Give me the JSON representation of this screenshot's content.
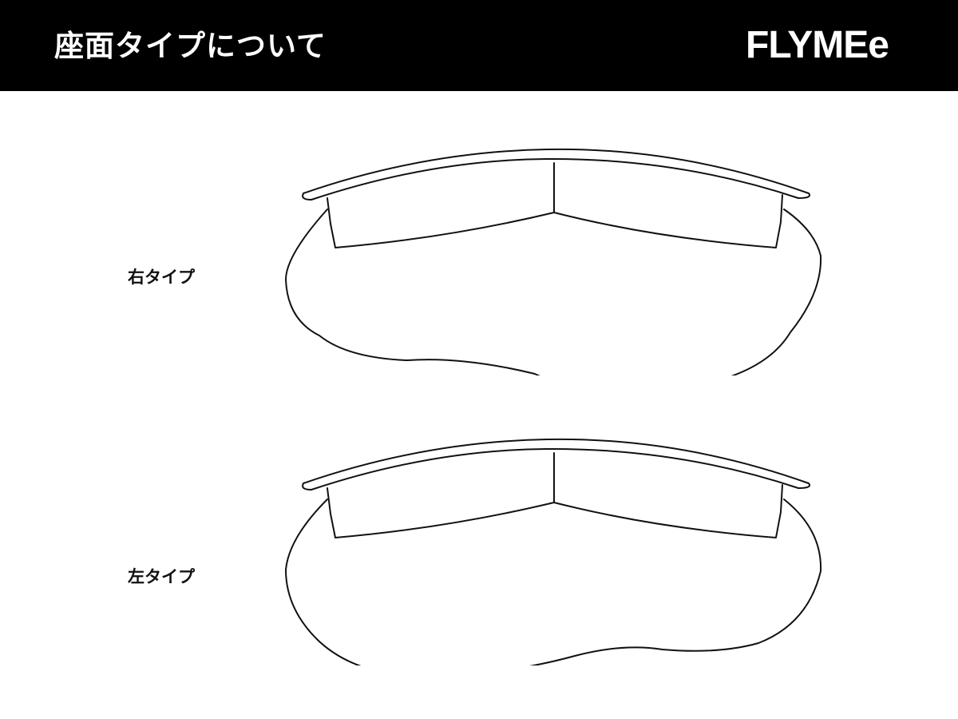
{
  "header": {
    "title": "座面タイプについて",
    "brand": "FLYMEe",
    "background": "#000000",
    "text_color": "#ffffff"
  },
  "diagrams": [
    {
      "label": "右タイプ",
      "orientation": "right"
    },
    {
      "label": "左タイプ",
      "orientation": "left"
    }
  ]
}
